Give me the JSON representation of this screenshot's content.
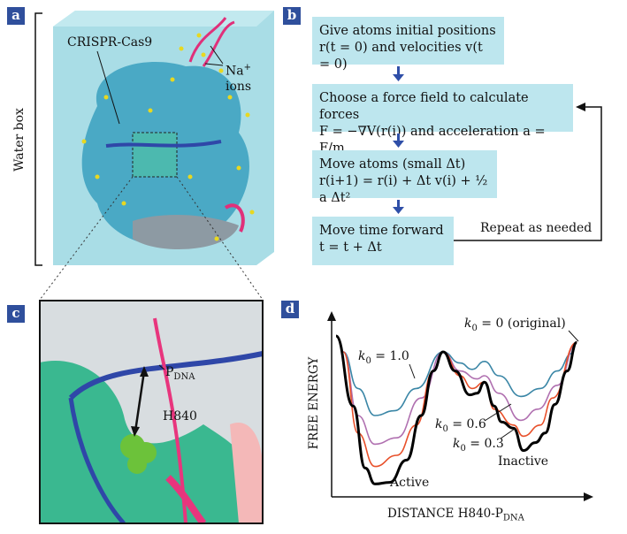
{
  "panels": {
    "a": {
      "label": "a",
      "water_box": "Water box",
      "protein": "CRISPR-Cas9",
      "ion": "Na",
      "ion_charge": "+",
      "ions_word": "ions"
    },
    "b": {
      "label": "b",
      "steps": [
        {
          "line1": "Give atoms initial positions",
          "line2": "r(t = 0) and velocities v(t = 0)"
        },
        {
          "line1": "Choose a force field to calculate forces",
          "line2": "F = −∇V(r(i)) and acceleration a = F/m"
        },
        {
          "line1": "Move atoms (small Δt)",
          "line2": "r(i+1) = r(i) + Δt v(i) + ½ a Δt²"
        },
        {
          "line1": "Move time forward",
          "line2": "t = t + Δt"
        }
      ],
      "loop_label": "Repeat as needed"
    },
    "c": {
      "label": "c",
      "pdna": "P",
      "pdna_sub": "DNA",
      "residue": "H840"
    },
    "d": {
      "label": "d"
    }
  },
  "colors": {
    "label_bg": "#2f4f9c",
    "box_bg": "#bde6ee",
    "arrow": "#2f4fa8",
    "k1": "#3a86a6",
    "k06": "#b070b0",
    "k03": "#e8502a",
    "k0": "#000000"
  },
  "chart_data": {
    "type": "line",
    "xlabel": "DISTANCE H840-P",
    "xlabel_sub": "DNA",
    "ylabel": "FREE ENERGY",
    "xlim": [
      0,
      100
    ],
    "ylim": [
      0,
      100
    ],
    "grid": false,
    "annotations": {
      "active": "Active",
      "inactive": "Inactive"
    },
    "series": [
      {
        "name": "k0 = 1.0",
        "k": "1.0",
        "color": "#3a86a6",
        "x": [
          3,
          9,
          16,
          24,
          33,
          44,
          51,
          56,
          61,
          67,
          76,
          84,
          91,
          97,
          99
        ],
        "y": [
          90,
          67,
          50,
          53,
          67,
          90,
          83,
          79,
          84,
          75,
          62,
          67,
          78,
          89,
          96
        ]
      },
      {
        "name": "k0 = 0.6",
        "k": "0.6",
        "color": "#b070b0",
        "x": [
          3,
          9,
          16,
          25,
          35,
          44,
          51,
          58,
          61,
          67,
          76,
          83,
          91,
          99
        ],
        "y": [
          90,
          50,
          32,
          36,
          61,
          90,
          78,
          73,
          75,
          64,
          47,
          54,
          69,
          96
        ]
      },
      {
        "name": "k0 = 0.3",
        "k": "0.3",
        "color": "#e8502a",
        "x": [
          3,
          9,
          16,
          25,
          33,
          40,
          44,
          51,
          56,
          61,
          65,
          73,
          77,
          84,
          89,
          99
        ],
        "y": [
          90,
          39,
          18,
          25,
          44,
          78,
          90,
          75,
          67,
          71,
          54,
          44,
          37,
          44,
          61,
          96
        ]
      },
      {
        "name": "k0 = 0 (original)",
        "k": "0 (original)",
        "color": "#000000",
        "x": [
          0,
          7,
          12,
          16,
          22,
          29,
          35,
          40,
          44,
          49,
          55,
          58,
          61,
          65,
          68,
          73,
          77,
          82,
          86,
          90,
          95,
          99
        ],
        "y": [
          100,
          56,
          17,
          7,
          8,
          22,
          50,
          78,
          90,
          78,
          63,
          64,
          71,
          56,
          46,
          42,
          28,
          33,
          39,
          57,
          78,
          96
        ]
      }
    ]
  }
}
